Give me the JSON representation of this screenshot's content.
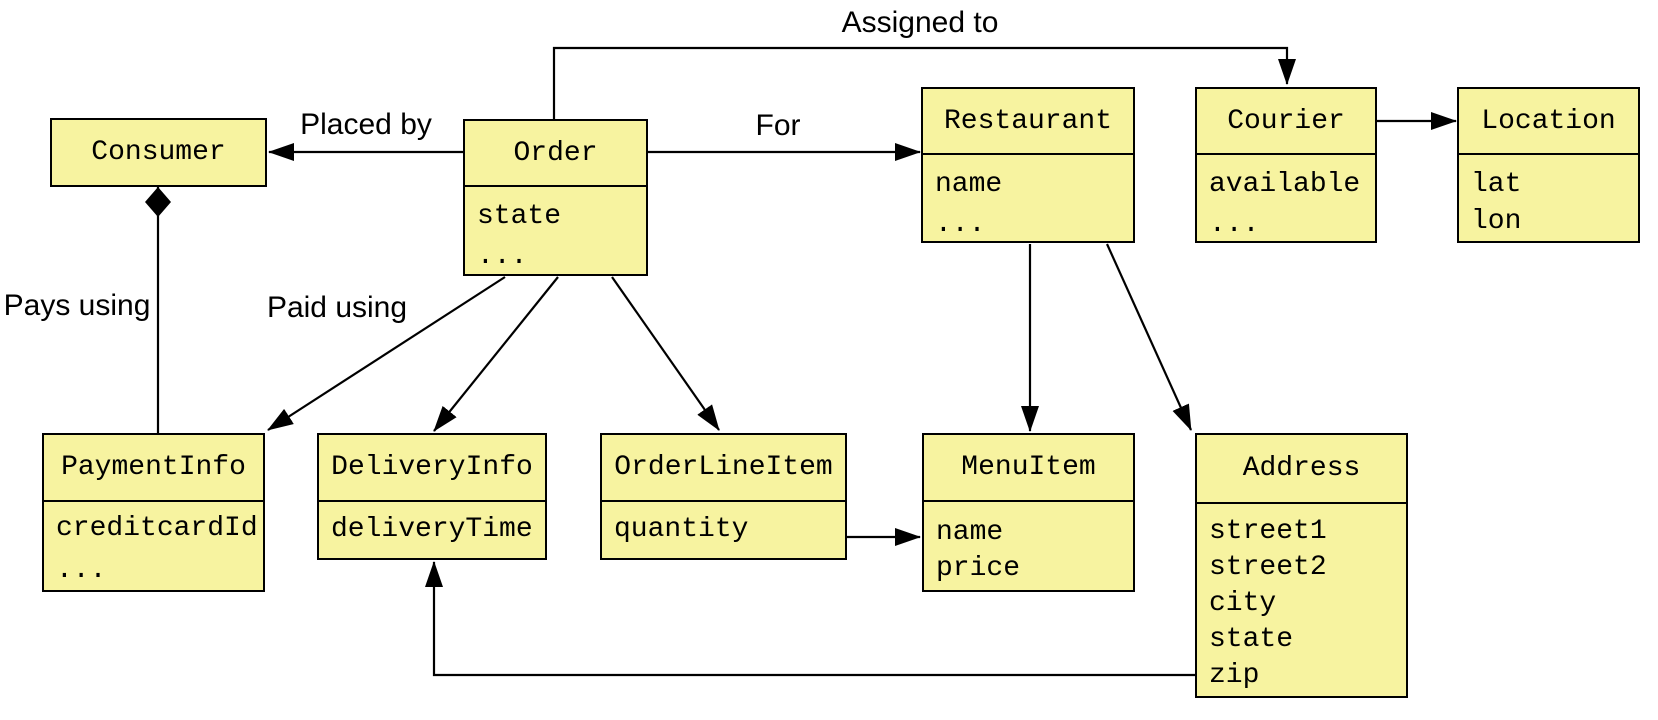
{
  "diagram_type": "uml-class-diagram",
  "colors": {
    "node_fill": "#f7f3a0",
    "node_border": "#000000",
    "line": "#000000",
    "text": "#000000"
  },
  "nodes": {
    "consumer": {
      "title": "Consumer",
      "attributes": []
    },
    "order": {
      "title": "Order",
      "attributes": [
        "state",
        "..."
      ]
    },
    "restaurant": {
      "title": "Restaurant",
      "attributes": [
        "name",
        "..."
      ]
    },
    "courier": {
      "title": "Courier",
      "attributes": [
        "available",
        "..."
      ]
    },
    "location": {
      "title": "Location",
      "attributes": [
        "lat",
        "lon"
      ]
    },
    "paymentInfo": {
      "title": "PaymentInfo",
      "attributes": [
        "creditcardId",
        "..."
      ]
    },
    "deliveryInfo": {
      "title": "DeliveryInfo",
      "attributes": [
        "deliveryTime"
      ]
    },
    "orderLineItem": {
      "title": "OrderLineItem",
      "attributes": [
        "quantity"
      ]
    },
    "menuItem": {
      "title": "MenuItem",
      "attributes": [
        "name",
        "price"
      ]
    },
    "address": {
      "title": "Address",
      "attributes": [
        "street1",
        "street2",
        "city",
        "state",
        "zip"
      ]
    }
  },
  "relationships": [
    {
      "from": "Order",
      "to": "Courier",
      "label": "Assigned to",
      "type": "arrow"
    },
    {
      "from": "Order",
      "to": "Consumer",
      "label": "Placed by",
      "type": "arrow"
    },
    {
      "from": "Order",
      "to": "Restaurant",
      "label": "For",
      "type": "arrow"
    },
    {
      "from": "Consumer",
      "to": "PaymentInfo",
      "label": "Pays using",
      "type": "composition-diamond"
    },
    {
      "from": "Order",
      "to": "PaymentInfo",
      "label": "Paid using",
      "type": "arrow"
    },
    {
      "from": "Order",
      "to": "DeliveryInfo",
      "label": "",
      "type": "arrow"
    },
    {
      "from": "Order",
      "to": "OrderLineItem",
      "label": "",
      "type": "arrow"
    },
    {
      "from": "Restaurant",
      "to": "MenuItem",
      "label": "",
      "type": "arrow"
    },
    {
      "from": "Restaurant",
      "to": "Address",
      "label": "",
      "type": "arrow"
    },
    {
      "from": "Courier",
      "to": "Location",
      "label": "",
      "type": "arrow"
    },
    {
      "from": "OrderLineItem",
      "to": "MenuItem",
      "label": "",
      "type": "arrow"
    },
    {
      "from": "Address",
      "to": "DeliveryInfo",
      "label": "",
      "type": "arrow"
    }
  ]
}
